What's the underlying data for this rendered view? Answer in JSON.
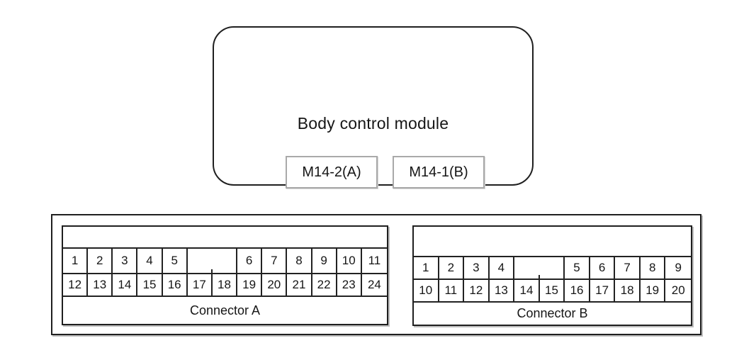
{
  "module": {
    "title": "Body control module",
    "connector_tags": [
      {
        "label": "M14-2(A)"
      },
      {
        "label": "M14-1(B)"
      }
    ]
  },
  "connector_a": {
    "label": "Connector A",
    "row1": [
      "1",
      "2",
      "3",
      "4",
      "5",
      "",
      "6",
      "7",
      "8",
      "9",
      "10",
      "11"
    ],
    "row2": [
      "12",
      "13",
      "14",
      "15",
      "16",
      "17",
      "18",
      "19",
      "20",
      "21",
      "22",
      "23",
      "24"
    ]
  },
  "connector_b": {
    "label": "Connector B",
    "row1": [
      "1",
      "2",
      "3",
      "4",
      "",
      "5",
      "6",
      "7",
      "8",
      "9"
    ],
    "row2": [
      "10",
      "11",
      "12",
      "13",
      "14",
      "15",
      "16",
      "17",
      "18",
      "19",
      "20"
    ]
  },
  "colors": {
    "line": "#1f1f1f",
    "tag_border": "#a9a9a9",
    "background": "#ffffff"
  }
}
